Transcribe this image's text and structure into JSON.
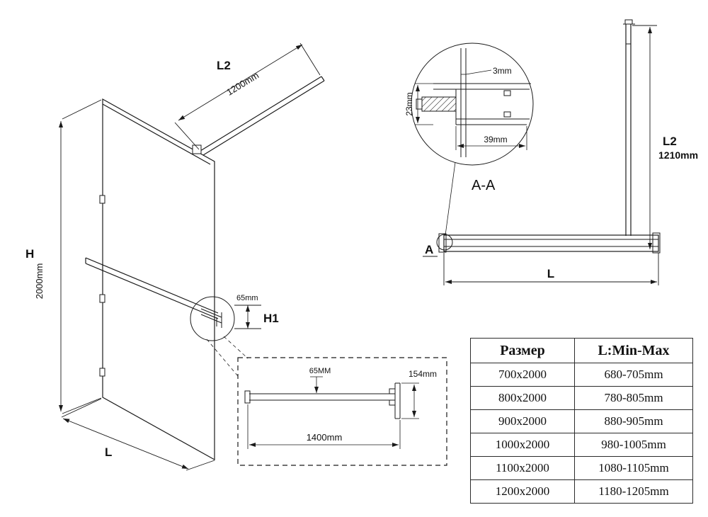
{
  "iso_view": {
    "h_label": "H",
    "h_value": "2000mm",
    "l_label": "L",
    "l2_label": "L2",
    "l2_value": "1200mm",
    "bar_height_dim": "65mm",
    "h1_label": "H1"
  },
  "section_detail": {
    "label": "A-A",
    "dim_3": "3mm",
    "dim_23": "23mm",
    "dim_39": "39mm"
  },
  "front_view": {
    "l2_label": "L2",
    "l2_value": "1210mm",
    "l_label": "L",
    "a_label": "A"
  },
  "bar_detail": {
    "dim_65": "65MM",
    "dim_154": "154mm",
    "dim_1400": "1400mm"
  },
  "table": {
    "headers": [
      "Размер",
      "L:Min-Max"
    ],
    "rows": [
      [
        "700x2000",
        "680-705mm"
      ],
      [
        "800x2000",
        "780-805mm"
      ],
      [
        "900x2000",
        "880-905mm"
      ],
      [
        "1000x2000",
        "980-1005mm"
      ],
      [
        "1100x2000",
        "1080-1105mm"
      ],
      [
        "1200x2000",
        "1180-1205mm"
      ]
    ]
  }
}
